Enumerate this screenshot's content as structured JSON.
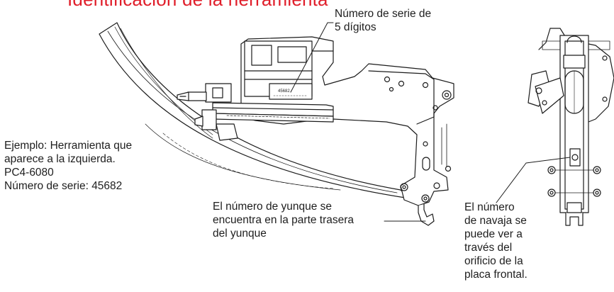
{
  "header": {
    "title": "Identificación de la herramienta"
  },
  "callouts": {
    "serial": {
      "lines": [
        "Número de serie de",
        "5 dígitos"
      ]
    },
    "anvil": {
      "lines": [
        "El número de yunque se",
        "encuentra en la parte trasera",
        "del yunque"
      ]
    },
    "blade": {
      "lines": [
        "El número",
        "de navaja se",
        "puede ver a",
        "través del",
        "orificio de la",
        "placa frontal."
      ]
    }
  },
  "example": {
    "lines": [
      "Ejemplo: Herramienta que",
      "aparece a la izquierda.",
      "PC4-6080",
      "Número de serie: 45682"
    ]
  },
  "tool_drawing": {
    "serial_stamp": "45682"
  },
  "colors": {
    "title": "#e01e2a",
    "ink": "#222222"
  }
}
